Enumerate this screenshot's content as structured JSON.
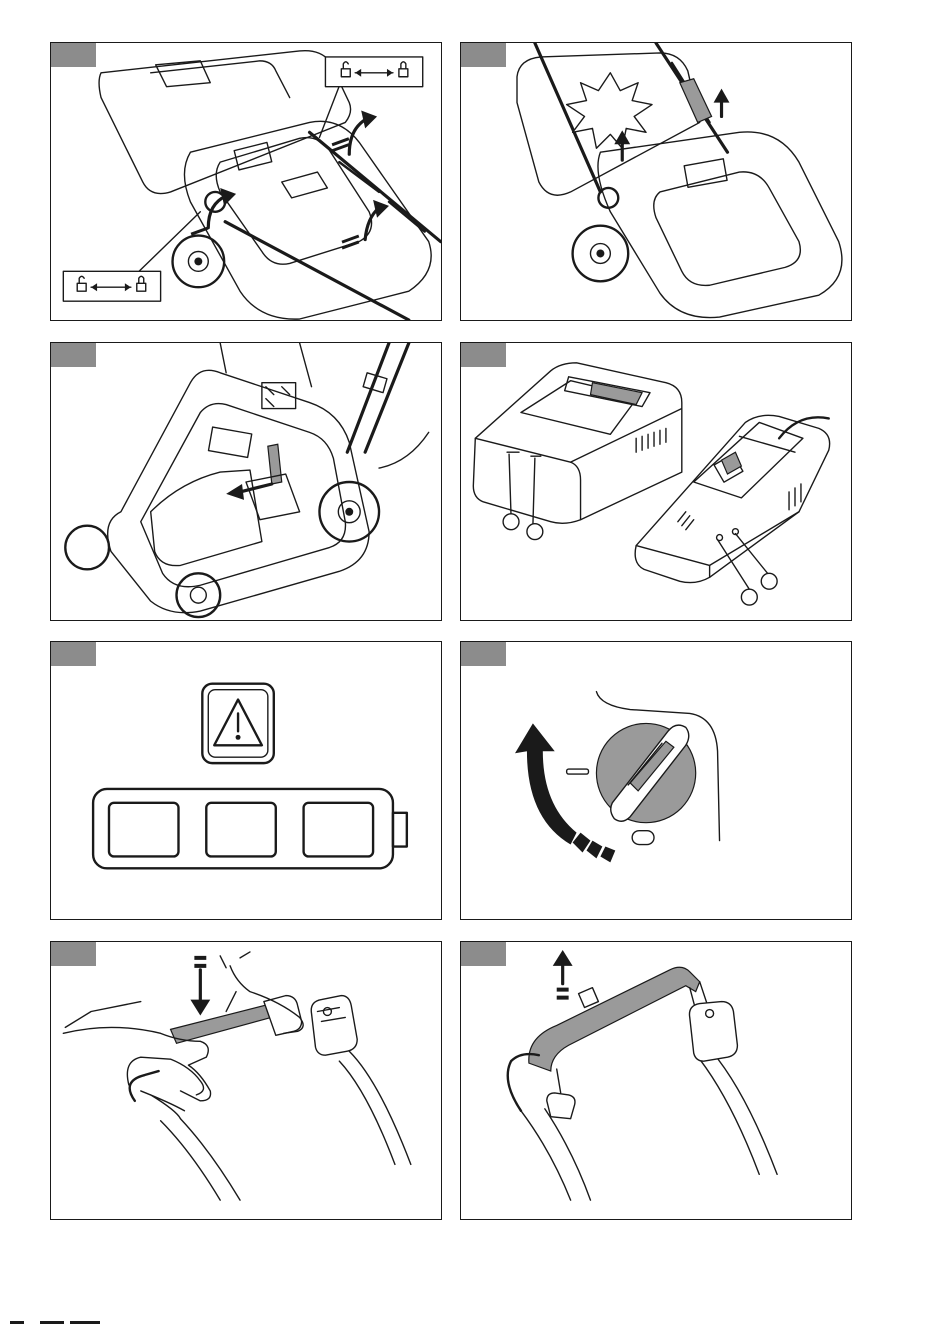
{
  "page": {
    "panels": [
      {
        "id": "p1",
        "figure": "lawnmower-handle-lock-release"
      },
      {
        "id": "p2",
        "figure": "lawnmower-handle-raise-click"
      },
      {
        "id": "p3",
        "figure": "lawnmower-insert-battery"
      },
      {
        "id": "p4",
        "figure": "battery-chargers-indicators"
      },
      {
        "id": "p5",
        "figure": "warning-and-battery-level-symbol"
      },
      {
        "id": "p6",
        "figure": "cutting-height-knob-rotate"
      },
      {
        "id": "p7",
        "figure": "press-safety-bar"
      },
      {
        "id": "p8",
        "figure": "lift-safety-bar"
      }
    ],
    "colors": {
      "ink": "#1a1a1a",
      "tab": "#8c8c8c",
      "shade": "#9a9a9a",
      "paper": "#ffffff"
    },
    "icons": [
      "lock-open-icon",
      "lock-closed-icon",
      "double-arrow-icon",
      "warning-triangle-icon",
      "battery-icon",
      "curved-arrow-icon",
      "press-arrow-icon",
      "lift-arrow-icon"
    ]
  }
}
